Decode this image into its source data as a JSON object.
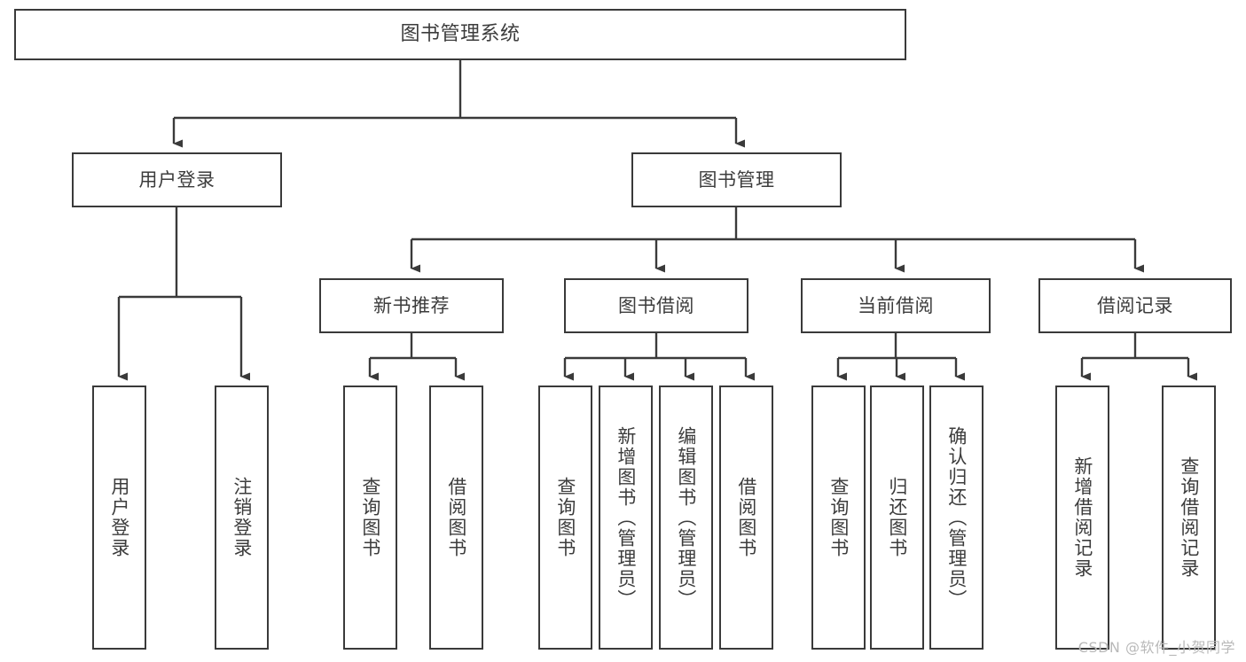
{
  "diagram": {
    "title": "图书管理系统",
    "type": "tree-hierarchy",
    "watermark": "CSDN @软件_小贺同学",
    "colors": {
      "background": "#ffffff",
      "box_border": "#3a3a3a",
      "box_fill": "#ffffff",
      "edge": "#3a3a3a",
      "text": "#3c3c3c",
      "watermark": "#b9b9b9"
    },
    "nodes": {
      "root": {
        "label": "图书管理系统"
      },
      "level1": [
        {
          "label": "用户登录"
        },
        {
          "label": "图书管理"
        }
      ],
      "level2": [
        {
          "label": "新书推荐"
        },
        {
          "label": "图书借阅"
        },
        {
          "label": "当前借阅"
        },
        {
          "label": "借阅记录"
        }
      ],
      "leaves": {
        "user_login": [
          {
            "label": "用户登录"
          },
          {
            "label": "注销登录"
          }
        ],
        "new_book_recommend": [
          {
            "label": "查询图书"
          },
          {
            "label": "借阅图书"
          }
        ],
        "book_borrow": [
          {
            "label": "查询图书"
          },
          {
            "label": "新增图书（管理员）"
          },
          {
            "label": "编辑图书（管理员）"
          },
          {
            "label": "借阅图书"
          }
        ],
        "current_borrow": [
          {
            "label": "查询图书"
          },
          {
            "label": "归还图书"
          },
          {
            "label": "确认归还（管理员）"
          }
        ],
        "borrow_record": [
          {
            "label": "新增借阅记录"
          },
          {
            "label": "查询借阅记录"
          }
        ]
      }
    }
  }
}
